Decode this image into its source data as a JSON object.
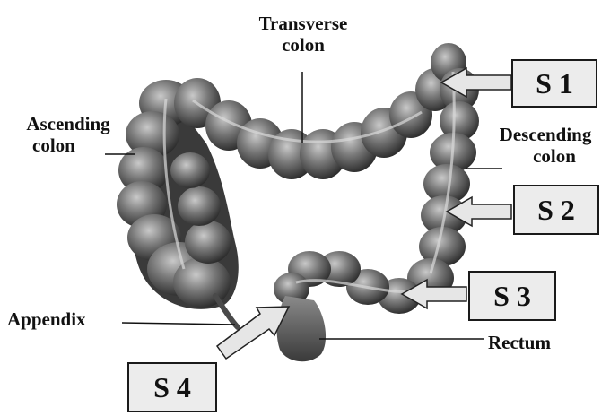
{
  "labels": {
    "transverse": [
      "Transverse",
      "colon"
    ],
    "ascending": [
      "Ascending",
      "colon"
    ],
    "descending": [
      "Descending",
      "colon"
    ],
    "appendix": "Appendix",
    "rectum": "Rectum"
  },
  "sites": {
    "s1": "S 1",
    "s2": "S 2",
    "s3": "S 3",
    "s4": "S 4"
  },
  "colors": {
    "tissue_dark": "#2c2c2c",
    "tissue_mid": "#6a6a6a",
    "tissue_light": "#b8b8b8",
    "box_fill": "#ececec",
    "arrow_fill": "#e6e6e6"
  }
}
